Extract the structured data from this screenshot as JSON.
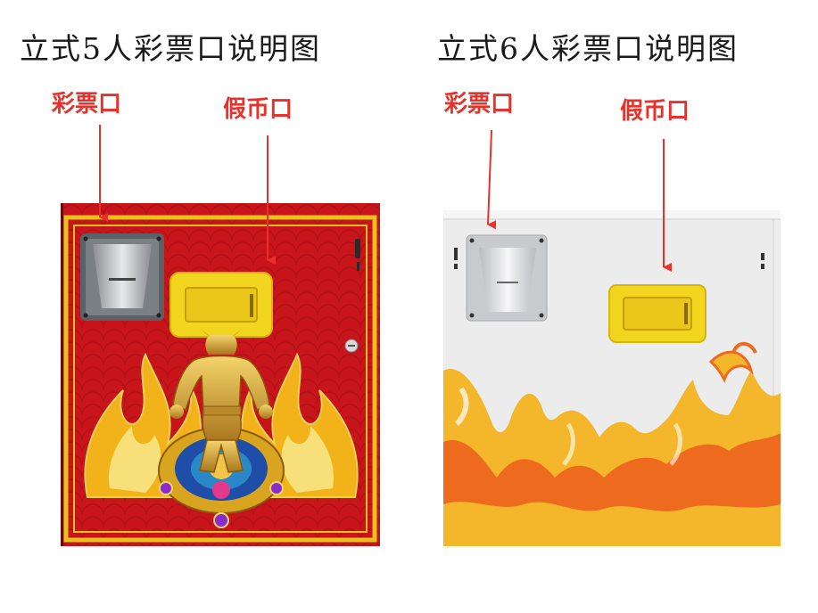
{
  "left_panel": {
    "title": "立式5人彩票口说明图",
    "callouts": {
      "ticket_port": "彩票口",
      "coin_port": "假币口"
    }
  },
  "right_panel": {
    "title": "立式6人彩票口说明图",
    "callouts": {
      "ticket_port": "彩票口",
      "coin_port": "假币口"
    }
  },
  "colors": {
    "callout_red": "#e8312a",
    "cabinet_red": "#c8141b",
    "gold_trim": "#e8c21a",
    "coin_yellow": "#f2d51f",
    "panel_white": "#ececec",
    "flame_orange": "#f07a1c"
  },
  "icons": [
    "arrow-down-icon",
    "ticket-dispenser-icon",
    "coin-slot-icon",
    "keyhole-icon",
    "monkey-king-figure",
    "flame-decoration"
  ]
}
